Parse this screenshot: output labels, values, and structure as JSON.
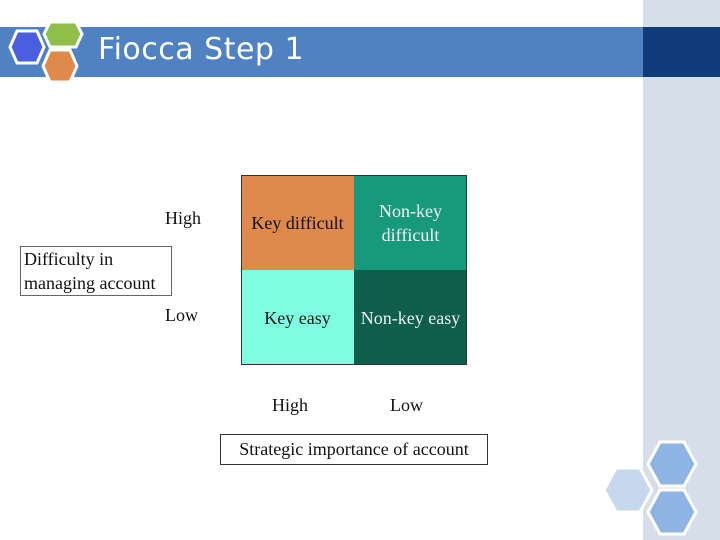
{
  "slide": {
    "title": "Fiocca Step 1"
  },
  "colors": {
    "title_band": "#4f81c3",
    "title_band_dark": "#0f3c78",
    "right_bar": "#d6dfe9",
    "hex_blue": "#4a5ee0",
    "hex_green": "#8fbf4a",
    "hex_orange": "#df8a4a",
    "hex_light": "#c6d8ee",
    "hex_mid": "#8fb3e2"
  },
  "matrix": {
    "y_axis_label": "Difficulty in managing account",
    "y_high": "High",
    "y_low": "Low",
    "x_axis_label": "Strategic importance of account",
    "x_high": "High",
    "x_low": "Low",
    "cells": [
      {
        "text": "Key difficult",
        "color": "#df8a4c"
      },
      {
        "text": "Non-key difficult",
        "color": "#17997c"
      },
      {
        "text": "Key easy",
        "color": "#7ffde0"
      },
      {
        "text": "Non-key easy",
        "color": "#0d5e4a"
      }
    ]
  }
}
